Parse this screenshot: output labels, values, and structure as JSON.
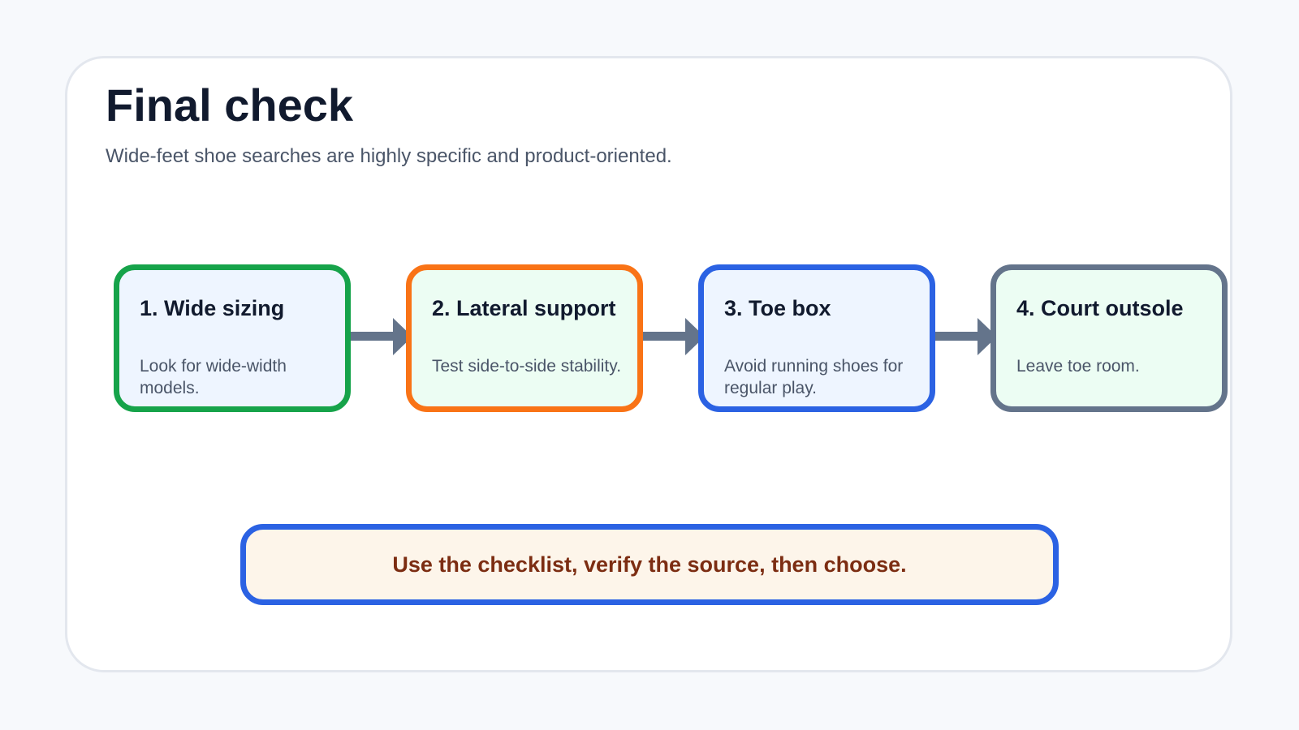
{
  "title": "Final check",
  "subtitle": "Wide-feet shoe searches are highly specific and product-oriented.",
  "steps": [
    {
      "title": "1. Wide sizing",
      "description": "Look for wide-width models.",
      "border_color": "#16a34a",
      "fill_color": "#eef5ff"
    },
    {
      "title": "2. Lateral support",
      "description": "Test side-to-side stability.",
      "border_color": "#f97316",
      "fill_color": "#ecfdf3"
    },
    {
      "title": "3. Toe box",
      "description": "Avoid running shoes for regular play.",
      "border_color": "#2b62e3",
      "fill_color": "#eef5ff"
    },
    {
      "title": "4. Court outsole",
      "description": "Leave toe room.",
      "border_color": "#64748b",
      "fill_color": "#ecfdf3"
    }
  ],
  "connector_color": "#64748b",
  "callout": {
    "text": "Use the checklist, verify the source, then choose.",
    "border_color": "#2b62e3",
    "fill_color": "#fdf5ea",
    "text_color": "#7c2d12"
  }
}
